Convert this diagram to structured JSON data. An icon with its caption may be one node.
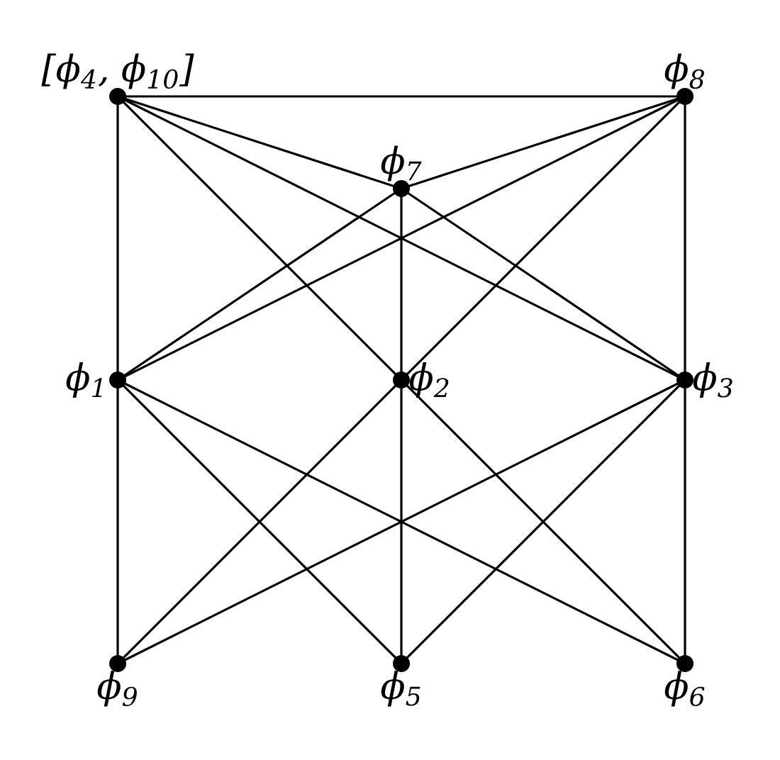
{
  "diagram": {
    "nodes": [
      {
        "text": [
          "[ϕ$_{4}$, ϕ$_{10}$]"
        ]
      },
      {
        "text": [
          "ϕ$_{8}$"
        ]
      },
      {
        "text": [
          "ϕ$_{7}$"
        ]
      },
      {
        "text": [
          "ϕ$_{1}$"
        ]
      },
      {
        "text": [
          "ϕ$_{2}$"
        ]
      },
      {
        "text": [
          "ϕ$_{3}$"
        ]
      },
      {
        "text": [
          "ϕ$_{9}$"
        ]
      },
      {
        "text": [
          "ϕ$_{5}$"
        ]
      },
      {
        "text": [
          "ϕ$_{6}$"
        ]
      }
    ],
    "edges": [
      {
        "from": 0,
        "to": 1,
        "arrow": "none"
      },
      {
        "from": 0,
        "to": 3,
        "arrow": "none"
      },
      {
        "from": 0,
        "to": 2,
        "arrow": "none"
      },
      {
        "from": 0,
        "to": 4,
        "arrow": "none"
      },
      {
        "from": 0,
        "to": 5,
        "arrow": "none"
      },
      {
        "from": 1,
        "to": 2,
        "arrow": "none"
      },
      {
        "from": 1,
        "to": 3,
        "arrow": "none"
      },
      {
        "from": 1,
        "to": 4,
        "arrow": "none"
      },
      {
        "from": 1,
        "to": 5,
        "arrow": "none"
      },
      {
        "from": 2,
        "to": 3,
        "arrow": "none"
      },
      {
        "from": 2,
        "to": 4,
        "arrow": "none"
      },
      {
        "from": 2,
        "to": 5,
        "arrow": "none"
      },
      {
        "from": 3,
        "to": 6,
        "arrow": "none"
      },
      {
        "from": 3,
        "to": 7,
        "arrow": "none"
      },
      {
        "from": 3,
        "to": 8,
        "arrow": "none"
      },
      {
        "from": 4,
        "to": 6,
        "arrow": "none"
      },
      {
        "from": 4,
        "to": 7,
        "arrow": "none"
      },
      {
        "from": 4,
        "to": 8,
        "arrow": "none"
      },
      {
        "from": 5,
        "to": 6,
        "arrow": "none"
      },
      {
        "from": 5,
        "to": 7,
        "arrow": "none"
      },
      {
        "from": 5,
        "to": 8,
        "arrow": "none"
      }
    ]
  }
}
